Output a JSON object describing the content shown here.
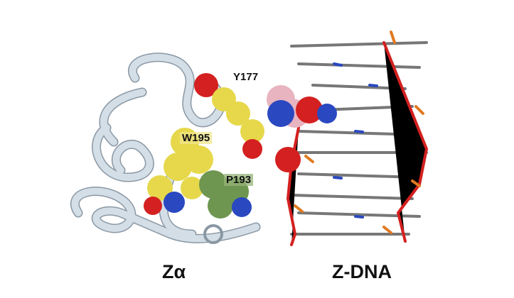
{
  "labels": {
    "y177": "Y177",
    "w195": "W195",
    "p193": "P193"
  },
  "captions": {
    "protein": "Zα",
    "dna": "Z-DNA"
  },
  "colors": {
    "ribbon": "#c9d6e0",
    "tyr": "#e6d84a",
    "trp": "#e6d84a",
    "pro": "#6f9650",
    "oxygen": "#d42020",
    "nitrogen": "#2a48c0",
    "dna_carbon": "#7a7a7a",
    "phosphate": "#e07a20",
    "pink": "#e8b4c0"
  }
}
